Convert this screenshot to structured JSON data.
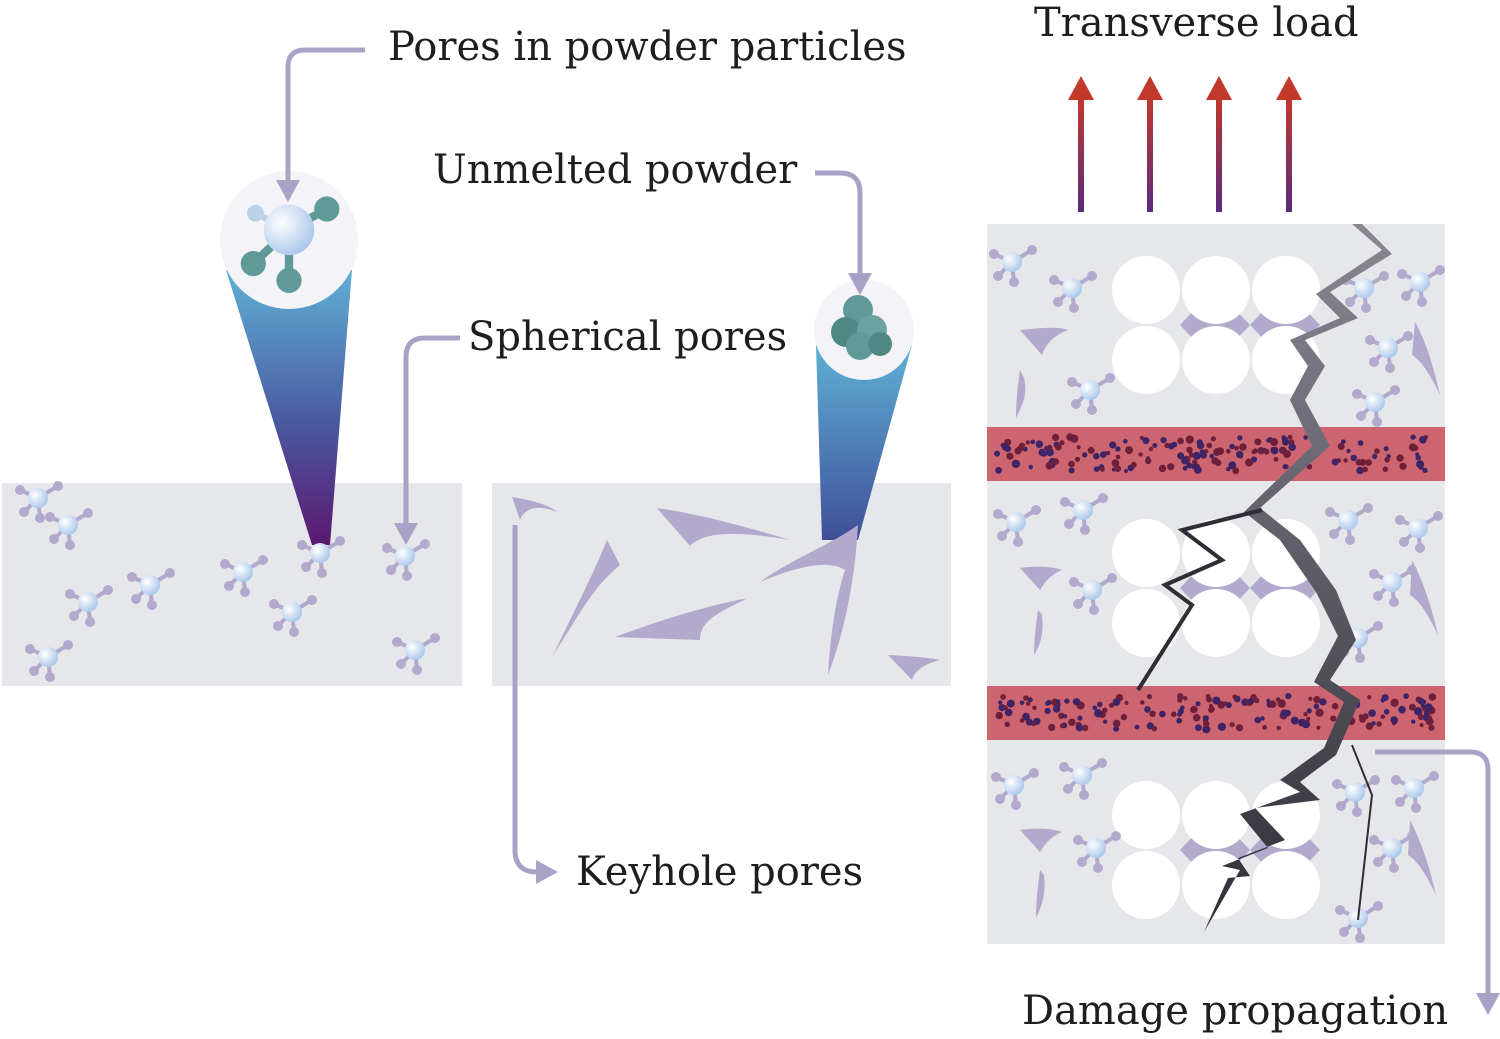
{
  "labels": {
    "pores_in_powder": "Pores in powder particles",
    "unmelted_powder": "Unmelted powder",
    "spherical_pores": "Spherical pores",
    "keyhole_pores": "Keyhole pores",
    "transverse_load": "Transverse load",
    "damage_propagation": "Damage propagation"
  },
  "colors": {
    "matrix": "#e6e7ea",
    "pore_purple": "#b2a9cc",
    "leader_line": "#a9a2c6",
    "powder_teal": "#5f9a98",
    "band_red": "#cd6570",
    "arrow_red": "#c0392b",
    "arrow_purple": "#5a2a7e",
    "crack_dark": "#2f2d35",
    "cone_top": "#5fb0d6",
    "cone_bottom": "#5b1870"
  },
  "icons": [
    "pore-molecule-icon",
    "powder-cluster-icon",
    "load-arrow-icon",
    "crack-icon",
    "keyhole-pore-icon"
  ]
}
